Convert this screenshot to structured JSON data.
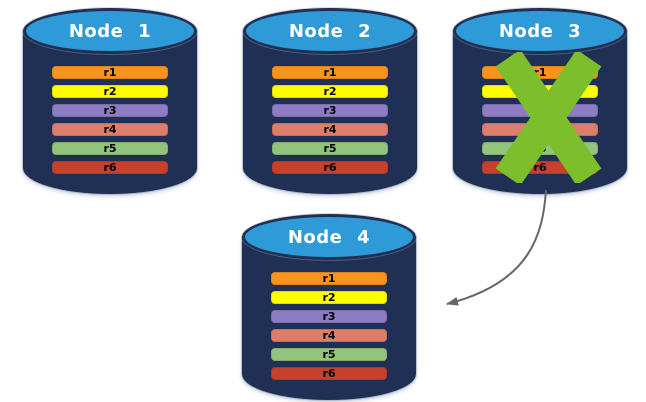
{
  "diagram": {
    "nodes": [
      {
        "label": "Node 1",
        "failed": false,
        "rows": [
          {
            "label": "r1",
            "color": "#F7941D"
          },
          {
            "label": "r2",
            "color": "#FDFD00"
          },
          {
            "label": "r3",
            "color": "#8E7CC3"
          },
          {
            "label": "r4",
            "color": "#DD7E6B"
          },
          {
            "label": "r5",
            "color": "#93C47D"
          },
          {
            "label": "r6",
            "color": "#C6402B"
          }
        ]
      },
      {
        "label": "Node 2",
        "failed": false,
        "rows": [
          {
            "label": "r1",
            "color": "#F7941D"
          },
          {
            "label": "r2",
            "color": "#FDFD00"
          },
          {
            "label": "r3",
            "color": "#8E7CC3"
          },
          {
            "label": "r4",
            "color": "#DD7E6B"
          },
          {
            "label": "r5",
            "color": "#93C47D"
          },
          {
            "label": "r6",
            "color": "#C6402B"
          }
        ]
      },
      {
        "label": "Node 3",
        "failed": true,
        "rows": [
          {
            "label": "r1",
            "color": "#F7941D"
          },
          {
            "label": "r2",
            "color": "#FDFD00"
          },
          {
            "label": "r3",
            "color": "#8E7CC3"
          },
          {
            "label": "r4",
            "color": "#DD7E6B"
          },
          {
            "label": "r5",
            "color": "#93C47D"
          },
          {
            "label": "r6",
            "color": "#C6402B"
          }
        ]
      },
      {
        "label": "Node 4",
        "failed": false,
        "rows": [
          {
            "label": "r1",
            "color": "#F7941D"
          },
          {
            "label": "r2",
            "color": "#FDFD00"
          },
          {
            "label": "r3",
            "color": "#8E7CC3"
          },
          {
            "label": "r4",
            "color": "#DD7E6B"
          },
          {
            "label": "r5",
            "color": "#93C47D"
          },
          {
            "label": "r6",
            "color": "#C6402B"
          }
        ]
      }
    ],
    "colors": {
      "cylinder_body": "#203055",
      "cylinder_top": "#2E9BD8",
      "node_title_text": "#FFFFFF",
      "row_text": "#000000",
      "failure_x": "#7CBE2B",
      "arrow": "#666666",
      "background": "#FFFFFF"
    }
  }
}
